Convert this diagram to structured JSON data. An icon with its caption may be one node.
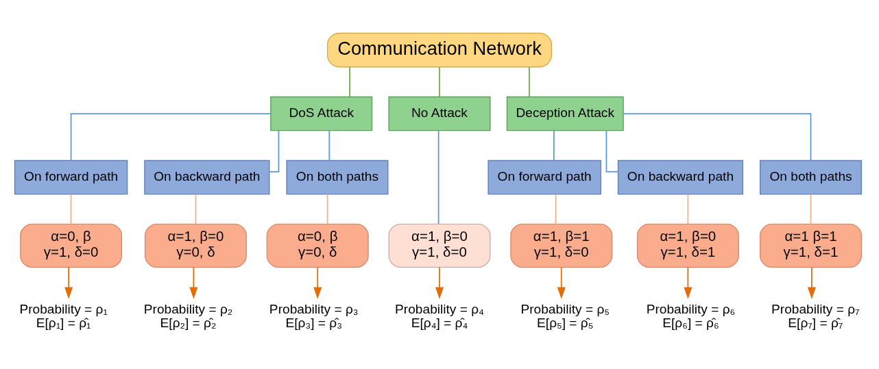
{
  "diagram": {
    "nodes": [
      {
        "text": [
          "Communication Network"
        ]
      },
      {
        "text": [
          "DoS Attack"
        ]
      },
      {
        "text": [
          "No Attack"
        ]
      },
      {
        "text": [
          "Deception Attack"
        ]
      },
      {
        "text": [
          "On forward path"
        ]
      },
      {
        "text": [
          "On backward path"
        ]
      },
      {
        "text": [
          "On both paths"
        ]
      },
      {
        "text": [
          "On forward path"
        ]
      },
      {
        "text": [
          "On backward path"
        ]
      },
      {
        "text": [
          "On both paths"
        ]
      },
      {
        "text": [
          "α=0, β",
          "γ=1, δ=0"
        ]
      },
      {
        "text": [
          "α=1, β=0",
          "γ=0, δ"
        ]
      },
      {
        "text": [
          "α=0, β",
          "γ=0, δ"
        ]
      },
      {
        "text": [
          "α=1, β=0",
          "γ=1, δ=0"
        ]
      },
      {
        "text": [
          "α=1, β=1",
          "γ=1, δ=0"
        ]
      },
      {
        "text": [
          "α=1, β=0",
          "γ=1, δ=1"
        ]
      },
      {
        "text": [
          "α=1 β=1",
          "γ=1, δ=1"
        ]
      },
      {
        "text": [
          "Probability = ρ₁",
          "E[ρ₁] = ρ̂₁"
        ]
      },
      {
        "text": [
          "Probability = ρ₂",
          "E[ρ₂] = ρ̂₂"
        ]
      },
      {
        "text": [
          "Probability = ρ₃",
          "E[ρ₃] = ρ̂₃"
        ]
      },
      {
        "text": [
          "Probability = ρ₄",
          "E[ρ₄] = ρ̂₄"
        ]
      },
      {
        "text": [
          "Probability = ρ₅",
          "E[ρ₅] = ρ̂₅"
        ]
      },
      {
        "text": [
          "Probability = ρ₆",
          "E[ρ₆] = ρ̂₆"
        ]
      },
      {
        "text": [
          "Probability = ρ₇",
          "E[ρ₇] = ρ̂₇"
        ]
      }
    ],
    "edges": [
      {
        "from": 0,
        "to": 1,
        "arrow": "none",
        "color": "#70ad47"
      },
      {
        "from": 0,
        "to": 2,
        "arrow": "none",
        "color": "#70ad47"
      },
      {
        "from": 0,
        "to": 3,
        "arrow": "none",
        "color": "#70ad47"
      },
      {
        "from": 1,
        "to": 4,
        "arrow": "none",
        "color": "#5b9bd5"
      },
      {
        "from": 1,
        "to": 5,
        "arrow": "none",
        "color": "#5b9bd5"
      },
      {
        "from": 1,
        "to": 6,
        "arrow": "none",
        "color": "#5b9bd5"
      },
      {
        "from": 2,
        "to": 13,
        "arrow": "none",
        "color": "#5b9bd5"
      },
      {
        "from": 3,
        "to": 7,
        "arrow": "none",
        "color": "#5b9bd5"
      },
      {
        "from": 3,
        "to": 8,
        "arrow": "none",
        "color": "#5b9bd5"
      },
      {
        "from": 3,
        "to": 9,
        "arrow": "none",
        "color": "#5b9bd5"
      },
      {
        "from": 4,
        "to": 10,
        "arrow": "none",
        "color": "#f4b183"
      },
      {
        "from": 5,
        "to": 11,
        "arrow": "none",
        "color": "#f4b183"
      },
      {
        "from": 6,
        "to": 12,
        "arrow": "none",
        "color": "#f4b183"
      },
      {
        "from": 7,
        "to": 14,
        "arrow": "none",
        "color": "#f4b183"
      },
      {
        "from": 8,
        "to": 15,
        "arrow": "none",
        "color": "#f4b183"
      },
      {
        "from": 9,
        "to": 16,
        "arrow": "none",
        "color": "#f4b183"
      },
      {
        "from": 10,
        "to": 17,
        "arrow": "to",
        "color": "#e46c0a"
      },
      {
        "from": 11,
        "to": 18,
        "arrow": "to",
        "color": "#e46c0a"
      },
      {
        "from": 12,
        "to": 19,
        "arrow": "to",
        "color": "#e46c0a"
      },
      {
        "from": 13,
        "to": 20,
        "arrow": "to",
        "color": "#e46c0a"
      },
      {
        "from": 14,
        "to": 21,
        "arrow": "to",
        "color": "#e46c0a"
      },
      {
        "from": 15,
        "to": 22,
        "arrow": "to",
        "color": "#e46c0a"
      },
      {
        "from": 16,
        "to": 23,
        "arrow": "to",
        "color": "#e46c0a"
      }
    ]
  }
}
